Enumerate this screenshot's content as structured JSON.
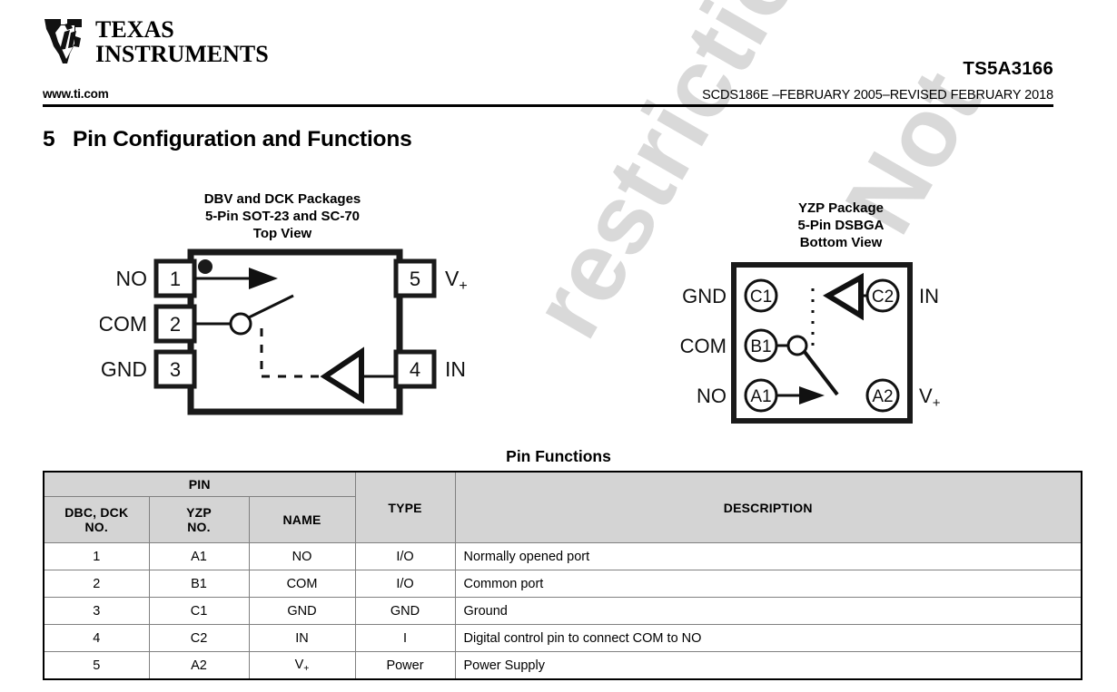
{
  "header": {
    "logo_line1": "TEXAS",
    "logo_line2": "INSTRUMENTS",
    "site_url": "www.ti.com",
    "part_number": "TS5A3166",
    "doc_id": "SCDS186E –FEBRUARY 2005–REVISED FEBRUARY 2018"
  },
  "section": {
    "number": "5",
    "title": "Pin Configuration and Functions"
  },
  "watermark": {
    "line1": "Not",
    "line2": "restrictions"
  },
  "packages": {
    "left": {
      "caption_line1": "DBV and DCK Packages",
      "caption_line2": "5-Pin SOT-23 and SC-70",
      "caption_line3": "Top View",
      "pins_left": [
        {
          "label": "NO",
          "number": "1"
        },
        {
          "label": "COM",
          "number": "2"
        },
        {
          "label": "GND",
          "number": "3"
        }
      ],
      "pins_right": [
        {
          "label": "V",
          "sub": "+",
          "number": "5"
        },
        {
          "label": "IN",
          "sub": "",
          "number": "4"
        }
      ]
    },
    "right": {
      "caption_line1": "YZP Package",
      "caption_line2": "5-Pin DSBGA",
      "caption_line3": "Bottom View",
      "balls_left": [
        {
          "label": "GND",
          "ball": "C1"
        },
        {
          "label": "COM",
          "ball": "B1"
        },
        {
          "label": "NO",
          "ball": "A1"
        }
      ],
      "balls_right": [
        {
          "label": "IN",
          "sub": "",
          "ball": "C2"
        },
        {
          "label": "V",
          "sub": "+",
          "ball": "A2"
        }
      ]
    }
  },
  "table": {
    "title": "Pin Functions",
    "group_header": "PIN",
    "headers": {
      "dbc_dck": "DBC, DCK NO.",
      "dbc_dck_l1": "DBC, DCK",
      "dbc_dck_l2": "NO.",
      "yzp_l1": "YZP",
      "yzp_l2": "NO.",
      "name": "NAME",
      "type": "TYPE",
      "description": "DESCRIPTION"
    },
    "rows": [
      {
        "no": "1",
        "yzp": "A1",
        "name": "NO",
        "name_sub": "",
        "type": "I/O",
        "description": "Normally opened port"
      },
      {
        "no": "2",
        "yzp": "B1",
        "name": "COM",
        "name_sub": "",
        "type": "I/O",
        "description": "Common port"
      },
      {
        "no": "3",
        "yzp": "C1",
        "name": "GND",
        "name_sub": "",
        "type": "GND",
        "description": "Ground"
      },
      {
        "no": "4",
        "yzp": "C2",
        "name": "IN",
        "name_sub": "",
        "type": "I",
        "description": "Digital control pin to connect COM to NO"
      },
      {
        "no": "5",
        "yzp": "A2",
        "name": "V",
        "name_sub": "+",
        "type": "Power",
        "description": "Power Supply"
      }
    ]
  }
}
